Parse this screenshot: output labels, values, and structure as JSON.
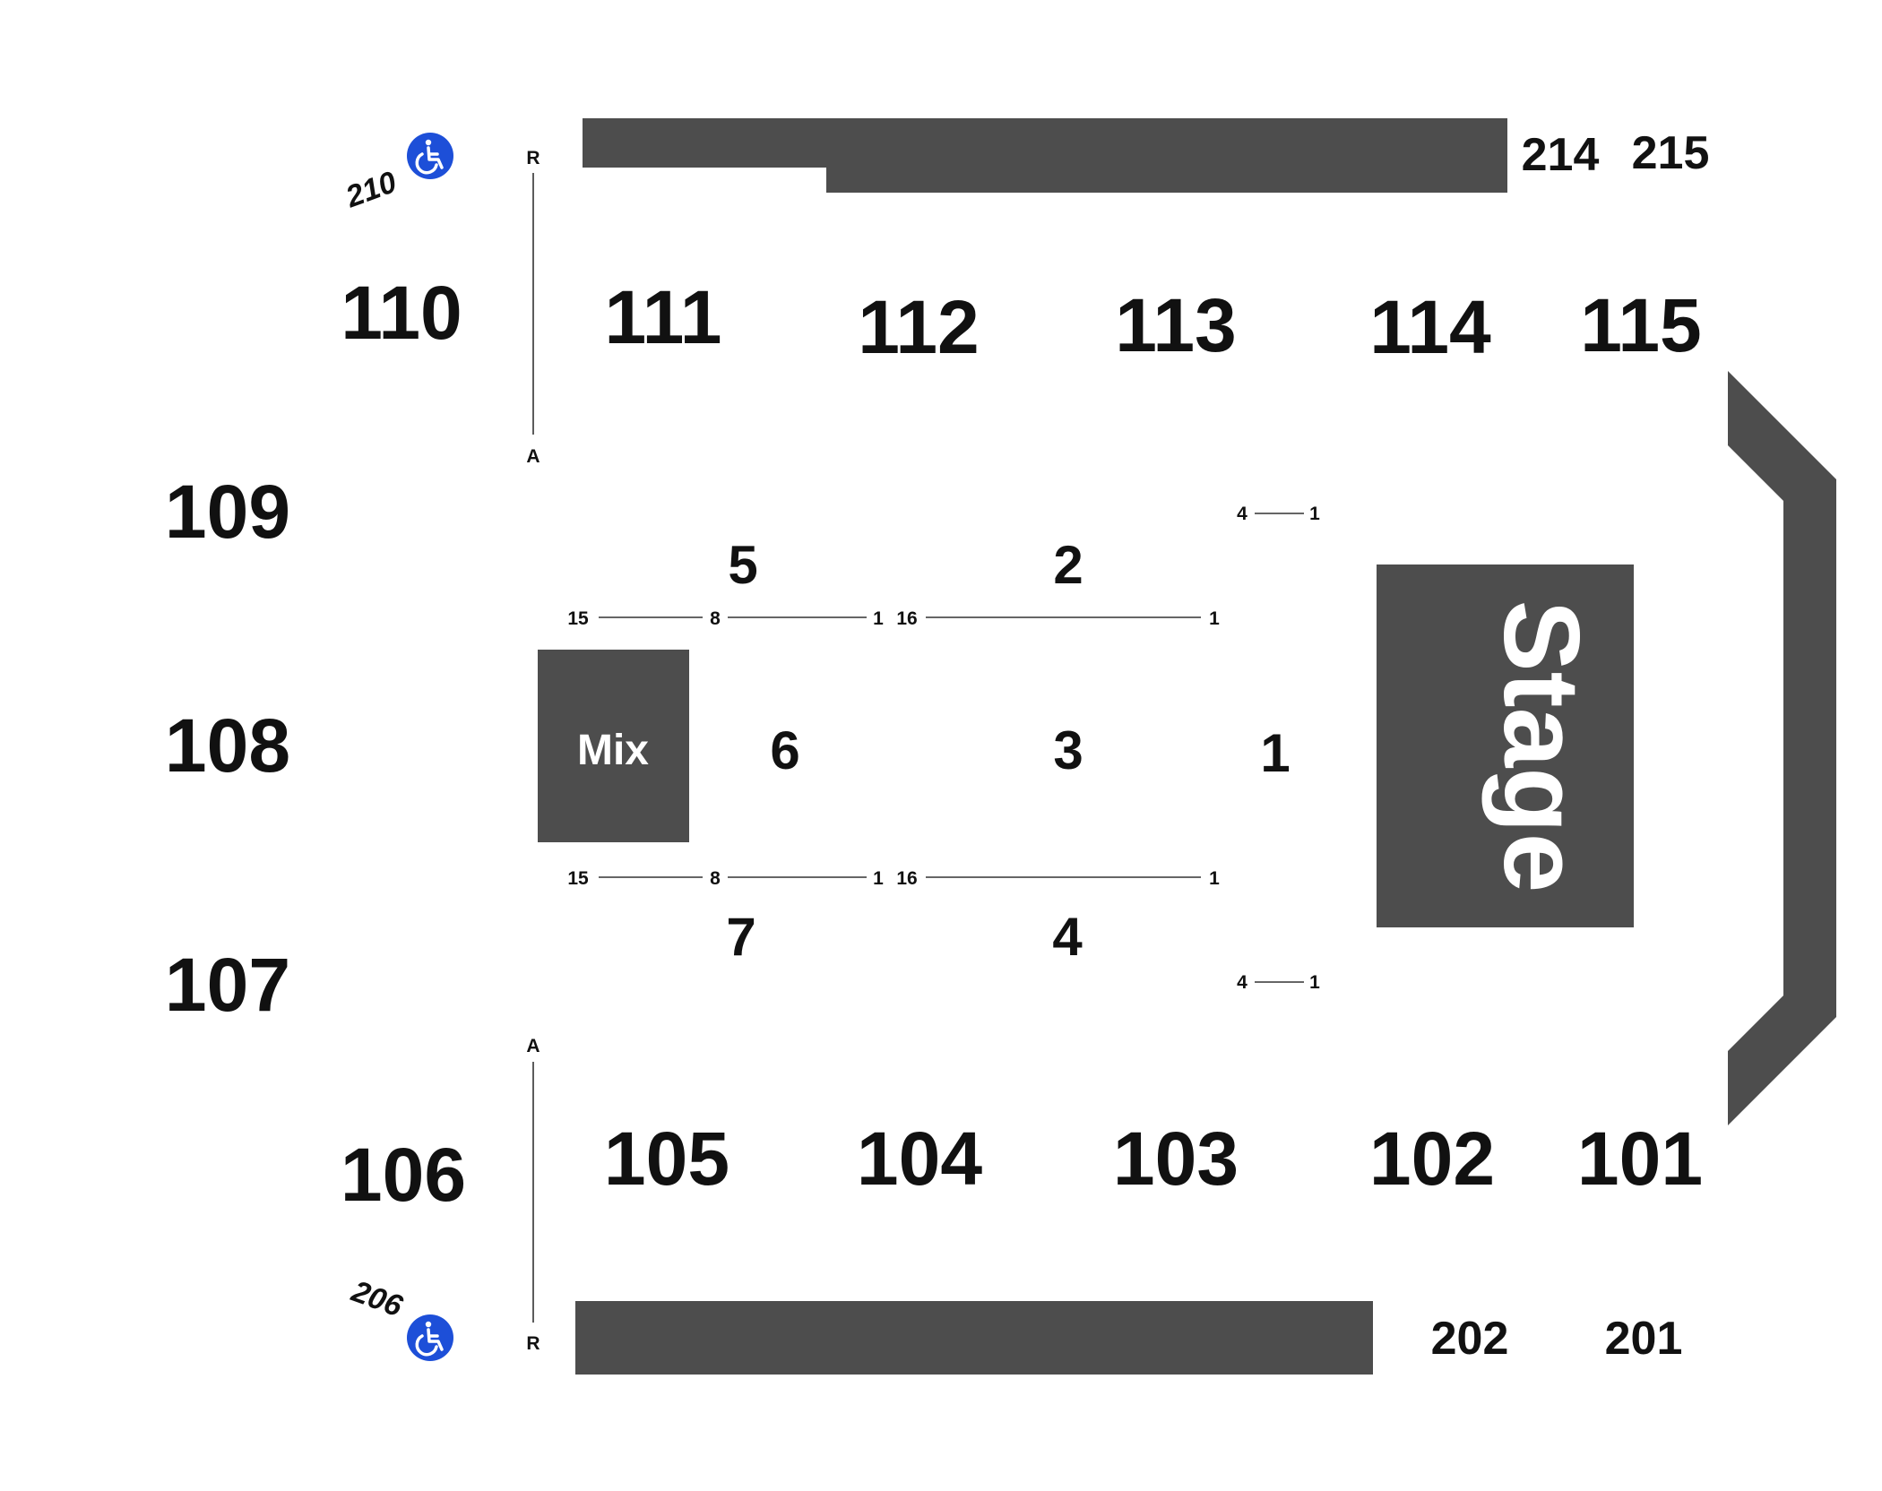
{
  "floor_sections": {
    "s1": "1",
    "s2": "2",
    "s3": "3",
    "s4": "4",
    "s5": "5",
    "s6": "6",
    "s7": "7"
  },
  "lower_sections": {
    "s101": "101",
    "s102": "102",
    "s103": "103",
    "s104": "104",
    "s105": "105",
    "s106": "106",
    "s107": "107",
    "s108": "108",
    "s109": "109",
    "s110": "110",
    "s111": "111",
    "s112": "112",
    "s113": "113",
    "s114": "114",
    "s115": "115"
  },
  "upper_sections": {
    "s201": "201",
    "s202": "202",
    "s206": "206",
    "s210": "210",
    "s214": "214",
    "s215": "215"
  },
  "labels": {
    "mix": "Mix",
    "stage": "Stage"
  },
  "row_labels": {
    "first": "A",
    "last": "R"
  },
  "seat_labels": {
    "top_s5": {
      "left": "15",
      "mid": "8",
      "right": "1"
    },
    "top_s2": {
      "left": "16",
      "right": "1"
    },
    "bot_s7": {
      "left": "15",
      "mid": "8",
      "right": "1"
    },
    "bot_s4": {
      "left": "16",
      "right": "1"
    },
    "top_s1": {
      "left": "4",
      "right": "1"
    },
    "bot_s1": {
      "left": "4",
      "right": "1"
    }
  },
  "icons": {
    "accessible": "wheelchair-icon"
  },
  "colors": {
    "block": "#4d4d4d",
    "accessible": "#1d4fd8",
    "text": "#111111"
  }
}
